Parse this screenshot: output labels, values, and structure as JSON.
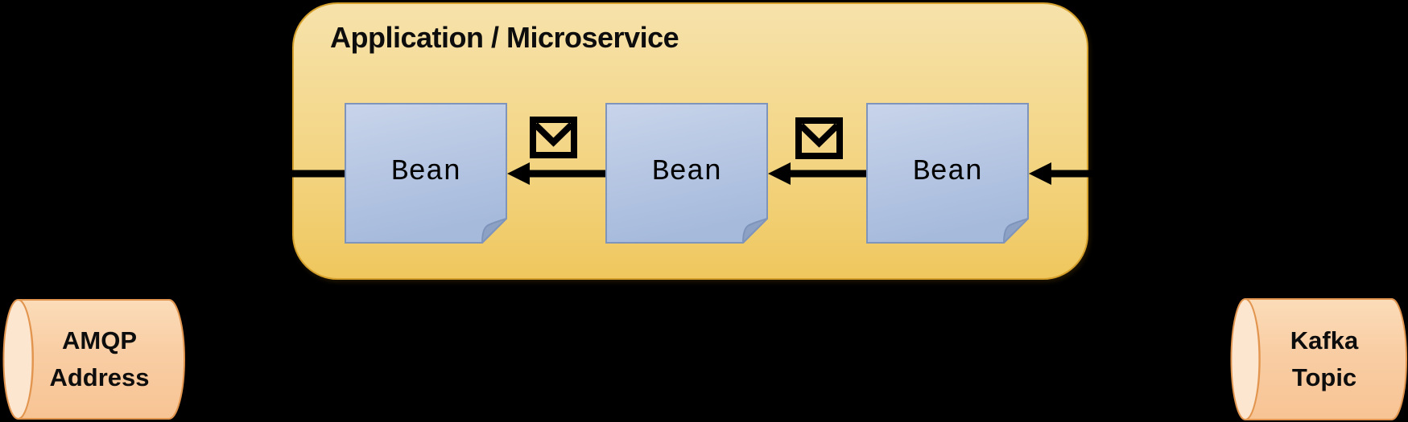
{
  "diagram": {
    "application": {
      "title": "Application / Microservice",
      "beans": [
        {
          "label": "Bean"
        },
        {
          "label": "Bean"
        },
        {
          "label": "Bean"
        }
      ]
    },
    "endpoints": [
      {
        "id": "amqp-address",
        "lines": [
          "AMQP",
          "Address"
        ],
        "shape": "cylinder"
      },
      {
        "id": "kafka-topic",
        "lines": [
          "Kafka",
          "Topic"
        ],
        "shape": "cylinder"
      }
    ],
    "flow": {
      "direction": "right-to-left",
      "connections": [
        {
          "from": "kafka-topic",
          "to": "bean-3",
          "icon": null
        },
        {
          "from": "bean-3",
          "to": "bean-2",
          "icon": "envelope-icon"
        },
        {
          "from": "bean-2",
          "to": "bean-1",
          "icon": "envelope-icon"
        },
        {
          "from": "bean-1",
          "to": "amqp-address",
          "icon": null
        }
      ]
    },
    "icons": {
      "message": "envelope-icon"
    },
    "colors": {
      "background": "#000000",
      "app_box_top": "#F6E2AB",
      "app_box_bottom": "#EFC75E",
      "app_box_border": "#D5A02B",
      "bean_top": "#C8D4EA",
      "bean_bottom": "#A6BADC",
      "bean_border": "#7E94BA",
      "bean_fold": "#8CA1C4",
      "cylinder_body": "#F9CDA3",
      "cylinder_face": "#FCE6CF",
      "cylinder_border": "#E2954F",
      "connector": "#000000",
      "text": "#0d0d0d"
    }
  }
}
